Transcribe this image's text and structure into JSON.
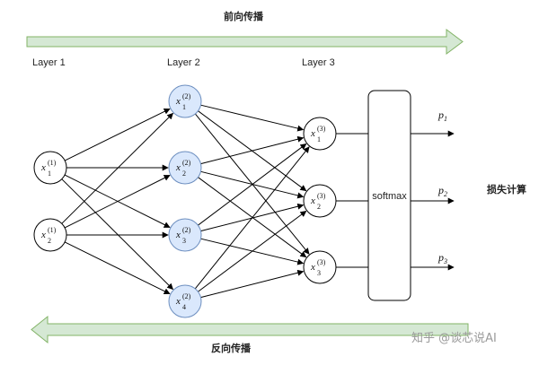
{
  "forward_label": "前向传播",
  "backward_label": "反向传播",
  "layers": [
    {
      "label": "Layer 1",
      "nodes": [
        {
          "var": "x",
          "sup": "(1)",
          "sub": "1"
        },
        {
          "var": "x",
          "sup": "(1)",
          "sub": "2"
        }
      ]
    },
    {
      "label": "Layer 2",
      "nodes": [
        {
          "var": "x",
          "sup": "(2)",
          "sub": "1"
        },
        {
          "var": "x",
          "sup": "(2)",
          "sub": "2"
        },
        {
          "var": "x",
          "sup": "(2)",
          "sub": "3"
        },
        {
          "var": "x",
          "sup": "(2)",
          "sub": "4"
        }
      ]
    },
    {
      "label": "Layer 3",
      "nodes": [
        {
          "var": "x",
          "sup": "(3)",
          "sub": "1"
        },
        {
          "var": "x",
          "sup": "(3)",
          "sub": "2"
        },
        {
          "var": "x",
          "sup": "(3)",
          "sub": "3"
        }
      ]
    }
  ],
  "softmax_label": "softmax",
  "outputs": [
    {
      "var": "p",
      "sub": "1"
    },
    {
      "var": "p",
      "sub": "2"
    },
    {
      "var": "p",
      "sub": "3"
    }
  ],
  "loss_label": "损失计算",
  "watermark": "知乎 @谈芯说AI",
  "colors": {
    "arrow_fill": "#d5e8d4",
    "arrow_stroke": "#82b366",
    "hidden_node_fill": "#dae8fc",
    "hidden_node_stroke": "#6c8ebf"
  }
}
